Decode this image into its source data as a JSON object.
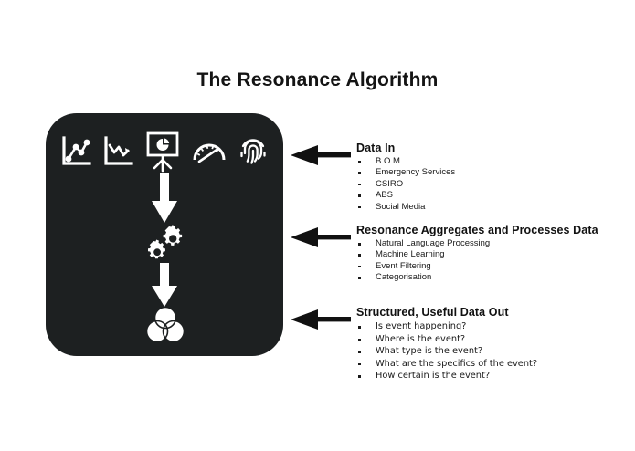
{
  "title": "The Resonance Algorithm",
  "colors": {
    "panel_background": "#1d2021",
    "page_background": "#ffffff",
    "icon_fill": "#ffffff",
    "text": "#121212",
    "arrow": "#111111"
  },
  "panel": {
    "name": "resonance-algorithm-panel",
    "input_icons": [
      {
        "name": "line-chart-icon",
        "label": "Line chart with data points"
      },
      {
        "name": "declining-chart-icon",
        "label": "Declining trend chart"
      },
      {
        "name": "presentation-pie-chart-icon",
        "label": "Presentation board with pie chart"
      },
      {
        "name": "gauge-icon",
        "label": "Speedometer gauge"
      },
      {
        "name": "fingerprint-icon",
        "label": "Fingerprint"
      }
    ],
    "flow": [
      {
        "name": "down-arrow-icon",
        "label": "Down arrow"
      },
      {
        "name": "gears-icon",
        "label": "Two interlocking gears"
      },
      {
        "name": "down-arrow-icon",
        "label": "Down arrow"
      },
      {
        "name": "venn-diagram-icon",
        "label": "Three overlapping circles"
      }
    ]
  },
  "callouts": [
    {
      "id": "data-in",
      "heading": "Data In",
      "arrow_icon": "left-arrow-icon",
      "items": [
        "B.O.M.",
        "Emergency Services",
        "CSIRO",
        "ABS",
        "Social Media"
      ]
    },
    {
      "id": "resonance-processing",
      "heading": "Resonance Aggregates and Processes Data",
      "arrow_icon": "left-arrow-icon",
      "items": [
        "Natural Language Processing",
        "Machine Learning",
        "Event Filtering",
        "Categorisation"
      ]
    },
    {
      "id": "data-out",
      "heading": "Structured, Useful Data Out",
      "arrow_icon": "left-arrow-icon",
      "items": [
        "Is event happening?",
        "Where is the event?",
        "What type is the event?",
        "What are the specifics of the event?",
        "How certain is the event?"
      ]
    }
  ]
}
